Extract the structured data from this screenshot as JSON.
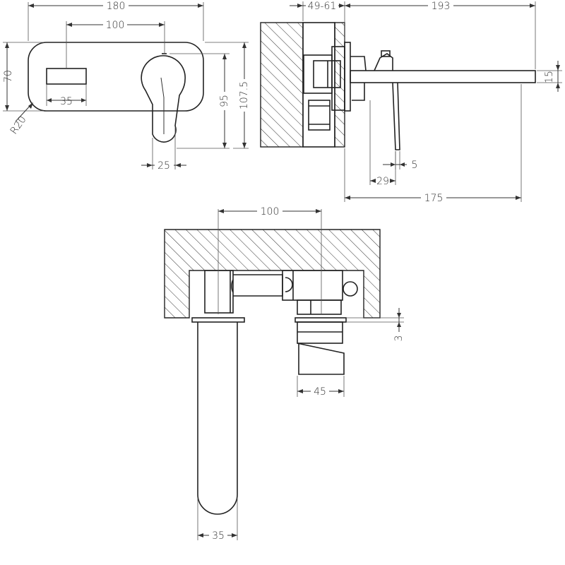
{
  "drawing": {
    "line_color": "#222222",
    "hatch_color": "#333333",
    "front_view": {
      "dim_width_total": "180",
      "dim_centers_top": "100",
      "dim_height": "70",
      "dim_radius": "R20",
      "dim_outlet_width": "35",
      "dim_handle_width": "25",
      "dim_handle_drop": "95",
      "dim_overall_height": "107.5"
    },
    "side_view": {
      "dim_wall_depth": "49-61",
      "dim_overall_projection": "193",
      "dim_spout_thickness": "15",
      "dim_plate_thickness": "5",
      "dim_handle_offset": "29",
      "dim_spout_projection": "175"
    },
    "top_view": {
      "dim_centers": "100",
      "dim_gap": "3",
      "dim_body_width": "45",
      "dim_spout_width": "35"
    }
  }
}
